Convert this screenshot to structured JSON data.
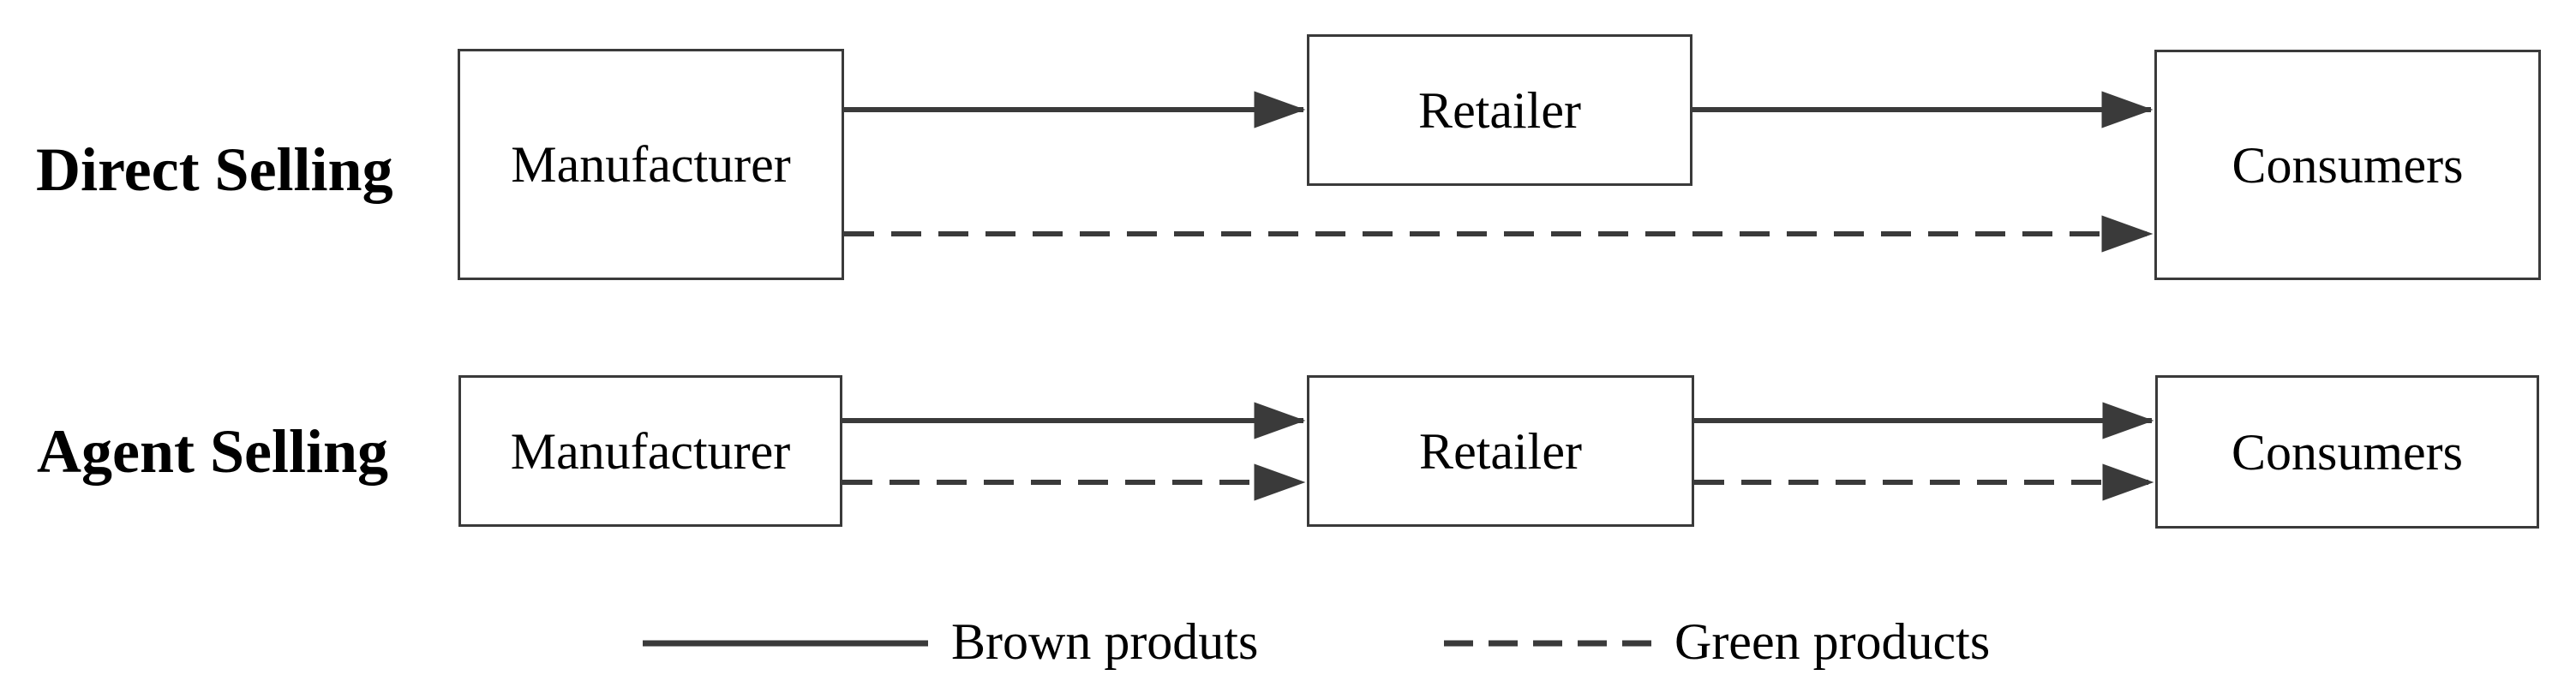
{
  "figure": {
    "rows": [
      {
        "label": "Direct Selling",
        "nodes": [
          {
            "label": "Manufacturer"
          },
          {
            "label": "Retailer"
          },
          {
            "label": "Consumers"
          }
        ],
        "flows": [
          {
            "style": "solid",
            "from": "Manufacturer",
            "to": "Retailer"
          },
          {
            "style": "solid",
            "from": "Retailer",
            "to": "Consumers"
          },
          {
            "style": "dashed",
            "from": "Manufacturer",
            "to": "Consumers"
          }
        ]
      },
      {
        "label": "Agent Selling",
        "nodes": [
          {
            "label": "Manufacturer"
          },
          {
            "label": "Retailer"
          },
          {
            "label": "Consumers"
          }
        ],
        "flows": [
          {
            "style": "solid",
            "from": "Manufacturer",
            "to": "Retailer"
          },
          {
            "style": "dashed",
            "from": "Manufacturer",
            "to": "Retailer"
          },
          {
            "style": "solid",
            "from": "Retailer",
            "to": "Consumers"
          },
          {
            "style": "dashed",
            "from": "Retailer",
            "to": "Consumers"
          }
        ]
      }
    ],
    "legend": [
      {
        "style": "solid",
        "label": "Brown produts"
      },
      {
        "style": "dashed",
        "label": "Green products"
      }
    ],
    "colors": {
      "line": "#3a3a3a",
      "text": "#000000",
      "background": "#ffffff"
    }
  }
}
